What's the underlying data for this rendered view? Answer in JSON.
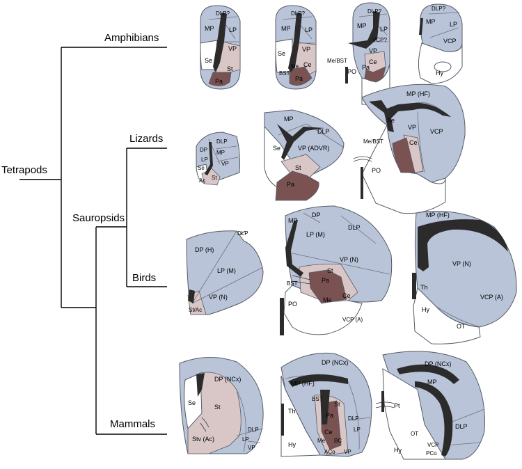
{
  "tree": {
    "root": "Tetrapods",
    "groups": [
      "Amphibians",
      "Sauropsids",
      "Lizards",
      "Birds",
      "Mammals"
    ]
  },
  "colors": {
    "pallium": "#b9c4d9",
    "subpallium": "#d9c6c6",
    "pallidal": "#7a5252",
    "ventricle": "#2b2b2b",
    "outline": "#555a66"
  },
  "amphibians": {
    "s1": [
      "DLP?",
      "MP",
      "LP",
      "VP",
      "Se",
      "St",
      "Pa"
    ],
    "s2": [
      "DLP?",
      "MP",
      "LP",
      "VP",
      "Se",
      "Me",
      "Ce",
      "BST",
      "Pa"
    ],
    "s3": [
      "DLP?",
      "MP",
      "LP",
      "VCP?",
      "VP",
      "Me/BST",
      "Ce",
      "Pa",
      "PO"
    ],
    "s4": [
      "DLP?",
      "MP",
      "LP",
      "VCP",
      "Hy"
    ]
  },
  "lizards": {
    "s1": [
      "DLP",
      "DP",
      "MP",
      "LP",
      "VP",
      "Se",
      "Ac",
      "St"
    ],
    "s2": [
      "MP",
      "DLP",
      "VP (ADVR)",
      "Se",
      "St",
      "Pa"
    ],
    "s3": [
      "MP (HF)",
      "Se",
      "VP",
      "VCP",
      "Me/BST",
      "Ce",
      "PO"
    ]
  },
  "birds": {
    "s1": [
      "DLP",
      "DP (H)",
      "LP (M)",
      "VP (N)",
      "St/Ac"
    ],
    "s2": [
      "MP",
      "DP",
      "LP (M)",
      "DLP",
      "VP (N)",
      "St",
      "BST",
      "Pa",
      "Ce",
      "Me",
      "PO",
      "VCP (A)"
    ],
    "s3": [
      "MP (HF)",
      "VP (N)",
      "Th",
      "VCP (A)",
      "Hy",
      "OT"
    ]
  },
  "mammals": {
    "s1": [
      "DP (NCx)",
      "Se",
      "St",
      "Stv (Ac)",
      "DLP",
      "LP",
      "VP"
    ],
    "s2": [
      "DP (NCx)",
      "MP (HF)",
      "BST",
      "St",
      "Th",
      "Pa",
      "DLP",
      "Ce",
      "LP",
      "BC",
      "Me",
      "Hy",
      "ACo",
      "VP"
    ],
    "s3": [
      "DP (NCx)",
      "MP",
      "Pt",
      "OT",
      "DLP",
      "VCP",
      "PCo",
      "Hy"
    ]
  }
}
